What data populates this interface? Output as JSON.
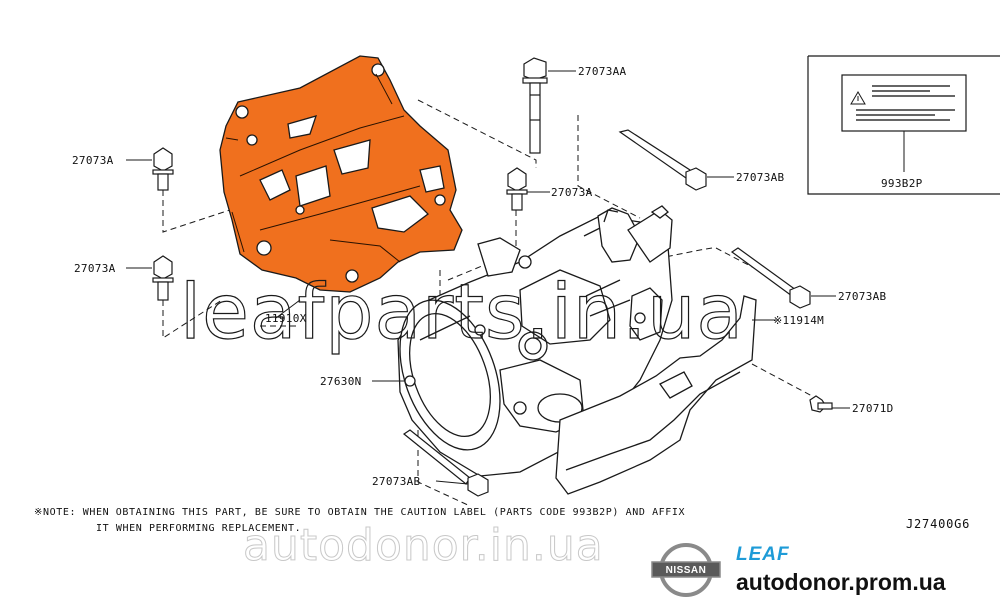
{
  "diagram": {
    "code": "J27400G6",
    "part_labels": {
      "bolt_top": "27073AA",
      "bolt_upper_left": "27073A",
      "bolt_lower_left": "27073A",
      "bolt_center": "27073A",
      "bolt_long_right_top": "27073AB",
      "bolt_long_right_mid": "27073AB",
      "bolt_long_bottom": "27073AB",
      "compressor": "27630N",
      "bracket": "11910X",
      "cover": "11914M",
      "small_bolt": "27071D",
      "caution_label": "993B2P"
    },
    "note": {
      "line1": "※NOTE: WHEN OBTAINING THIS PART, BE SURE TO OBTAIN THE CAUTION LABEL (PARTS CODE 993B2P) AND AFFIX",
      "line2": "IT WHEN PERFORMING REPLACEMENT."
    }
  },
  "watermarks": {
    "primary": "leafparts.in.ua",
    "secondary": "autodonor.in.ua"
  },
  "branding": {
    "manufacturer": "NISSAN",
    "model": "LEAF",
    "site": "autodonor.prom.ua"
  },
  "colors": {
    "bracket_fill": "#f0701e",
    "leaf_blue": "#1e9bd7",
    "line": "#1a1a1a"
  }
}
